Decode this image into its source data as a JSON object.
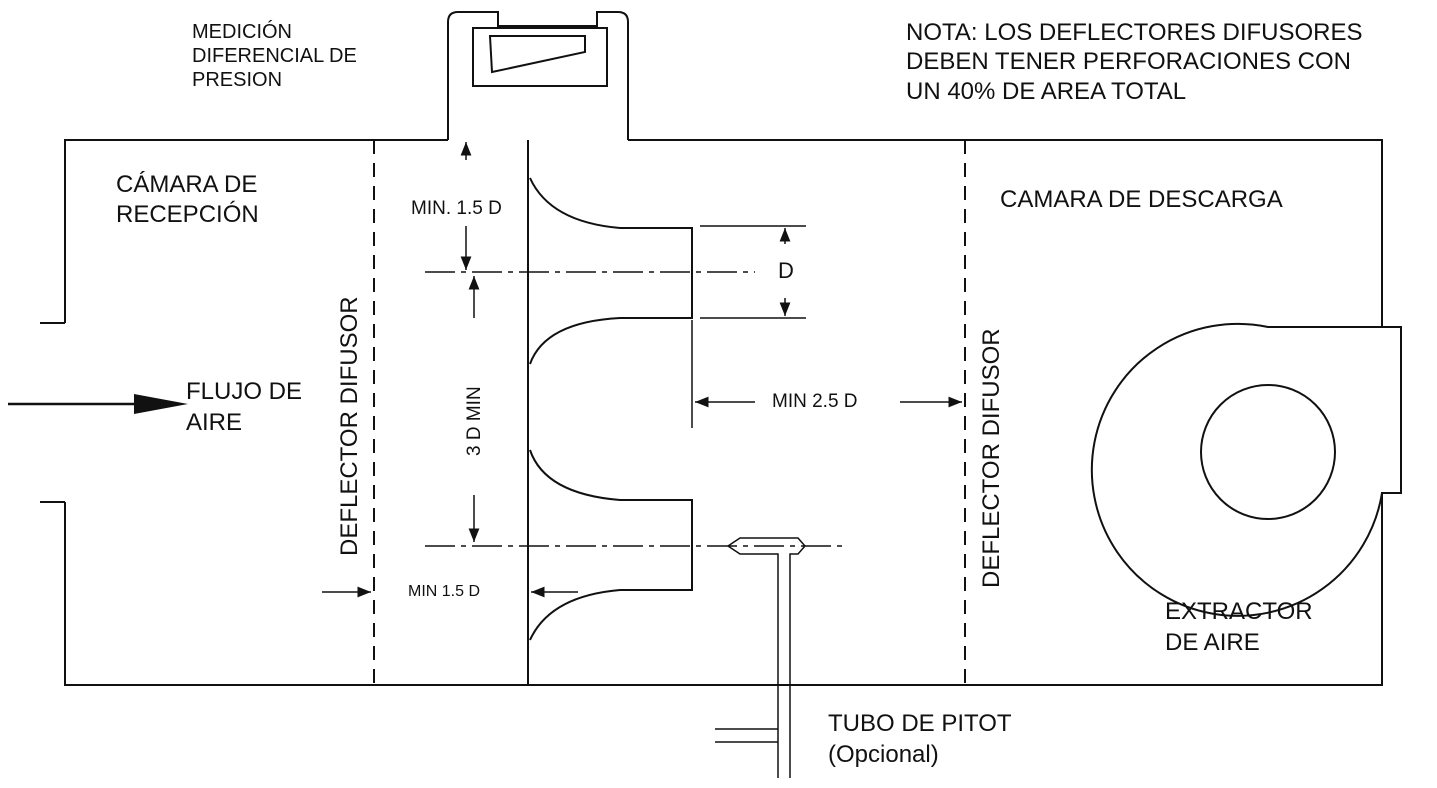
{
  "labels": {
    "pressure_measurement": [
      "MEDICIÓN",
      "DIFERENCIAL DE",
      "PRESION"
    ],
    "note": [
      "NOTA: LOS DEFLECTORES DIFUSORES",
      "DEBEN TENER PERFORACIONES CON",
      "UN 40% DE AREA TOTAL"
    ],
    "receiving_chamber": [
      "CÁMARA DE",
      "RECEPCIÓN"
    ],
    "discharge_chamber": "CAMARA DE DESCARGA",
    "airflow": [
      "FLUJO DE",
      "AIRE"
    ],
    "deflector_left": "DEFLECTOR DIFUSOR",
    "deflector_right": "DEFLECTOR DIFUSOR",
    "extractor": [
      "EXTRACTOR",
      "DE  AIRE"
    ],
    "pitot": [
      "TUBO DE PITOT",
      "(Opcional)"
    ]
  },
  "dimensions": {
    "min_1_5d_top": "MIN. 1.5 D",
    "d": "D",
    "three_d_min": "3 D MIN",
    "min_2_5d": "MIN 2.5 D",
    "min_1_5d_bottom": "MIN 1.5 D"
  }
}
